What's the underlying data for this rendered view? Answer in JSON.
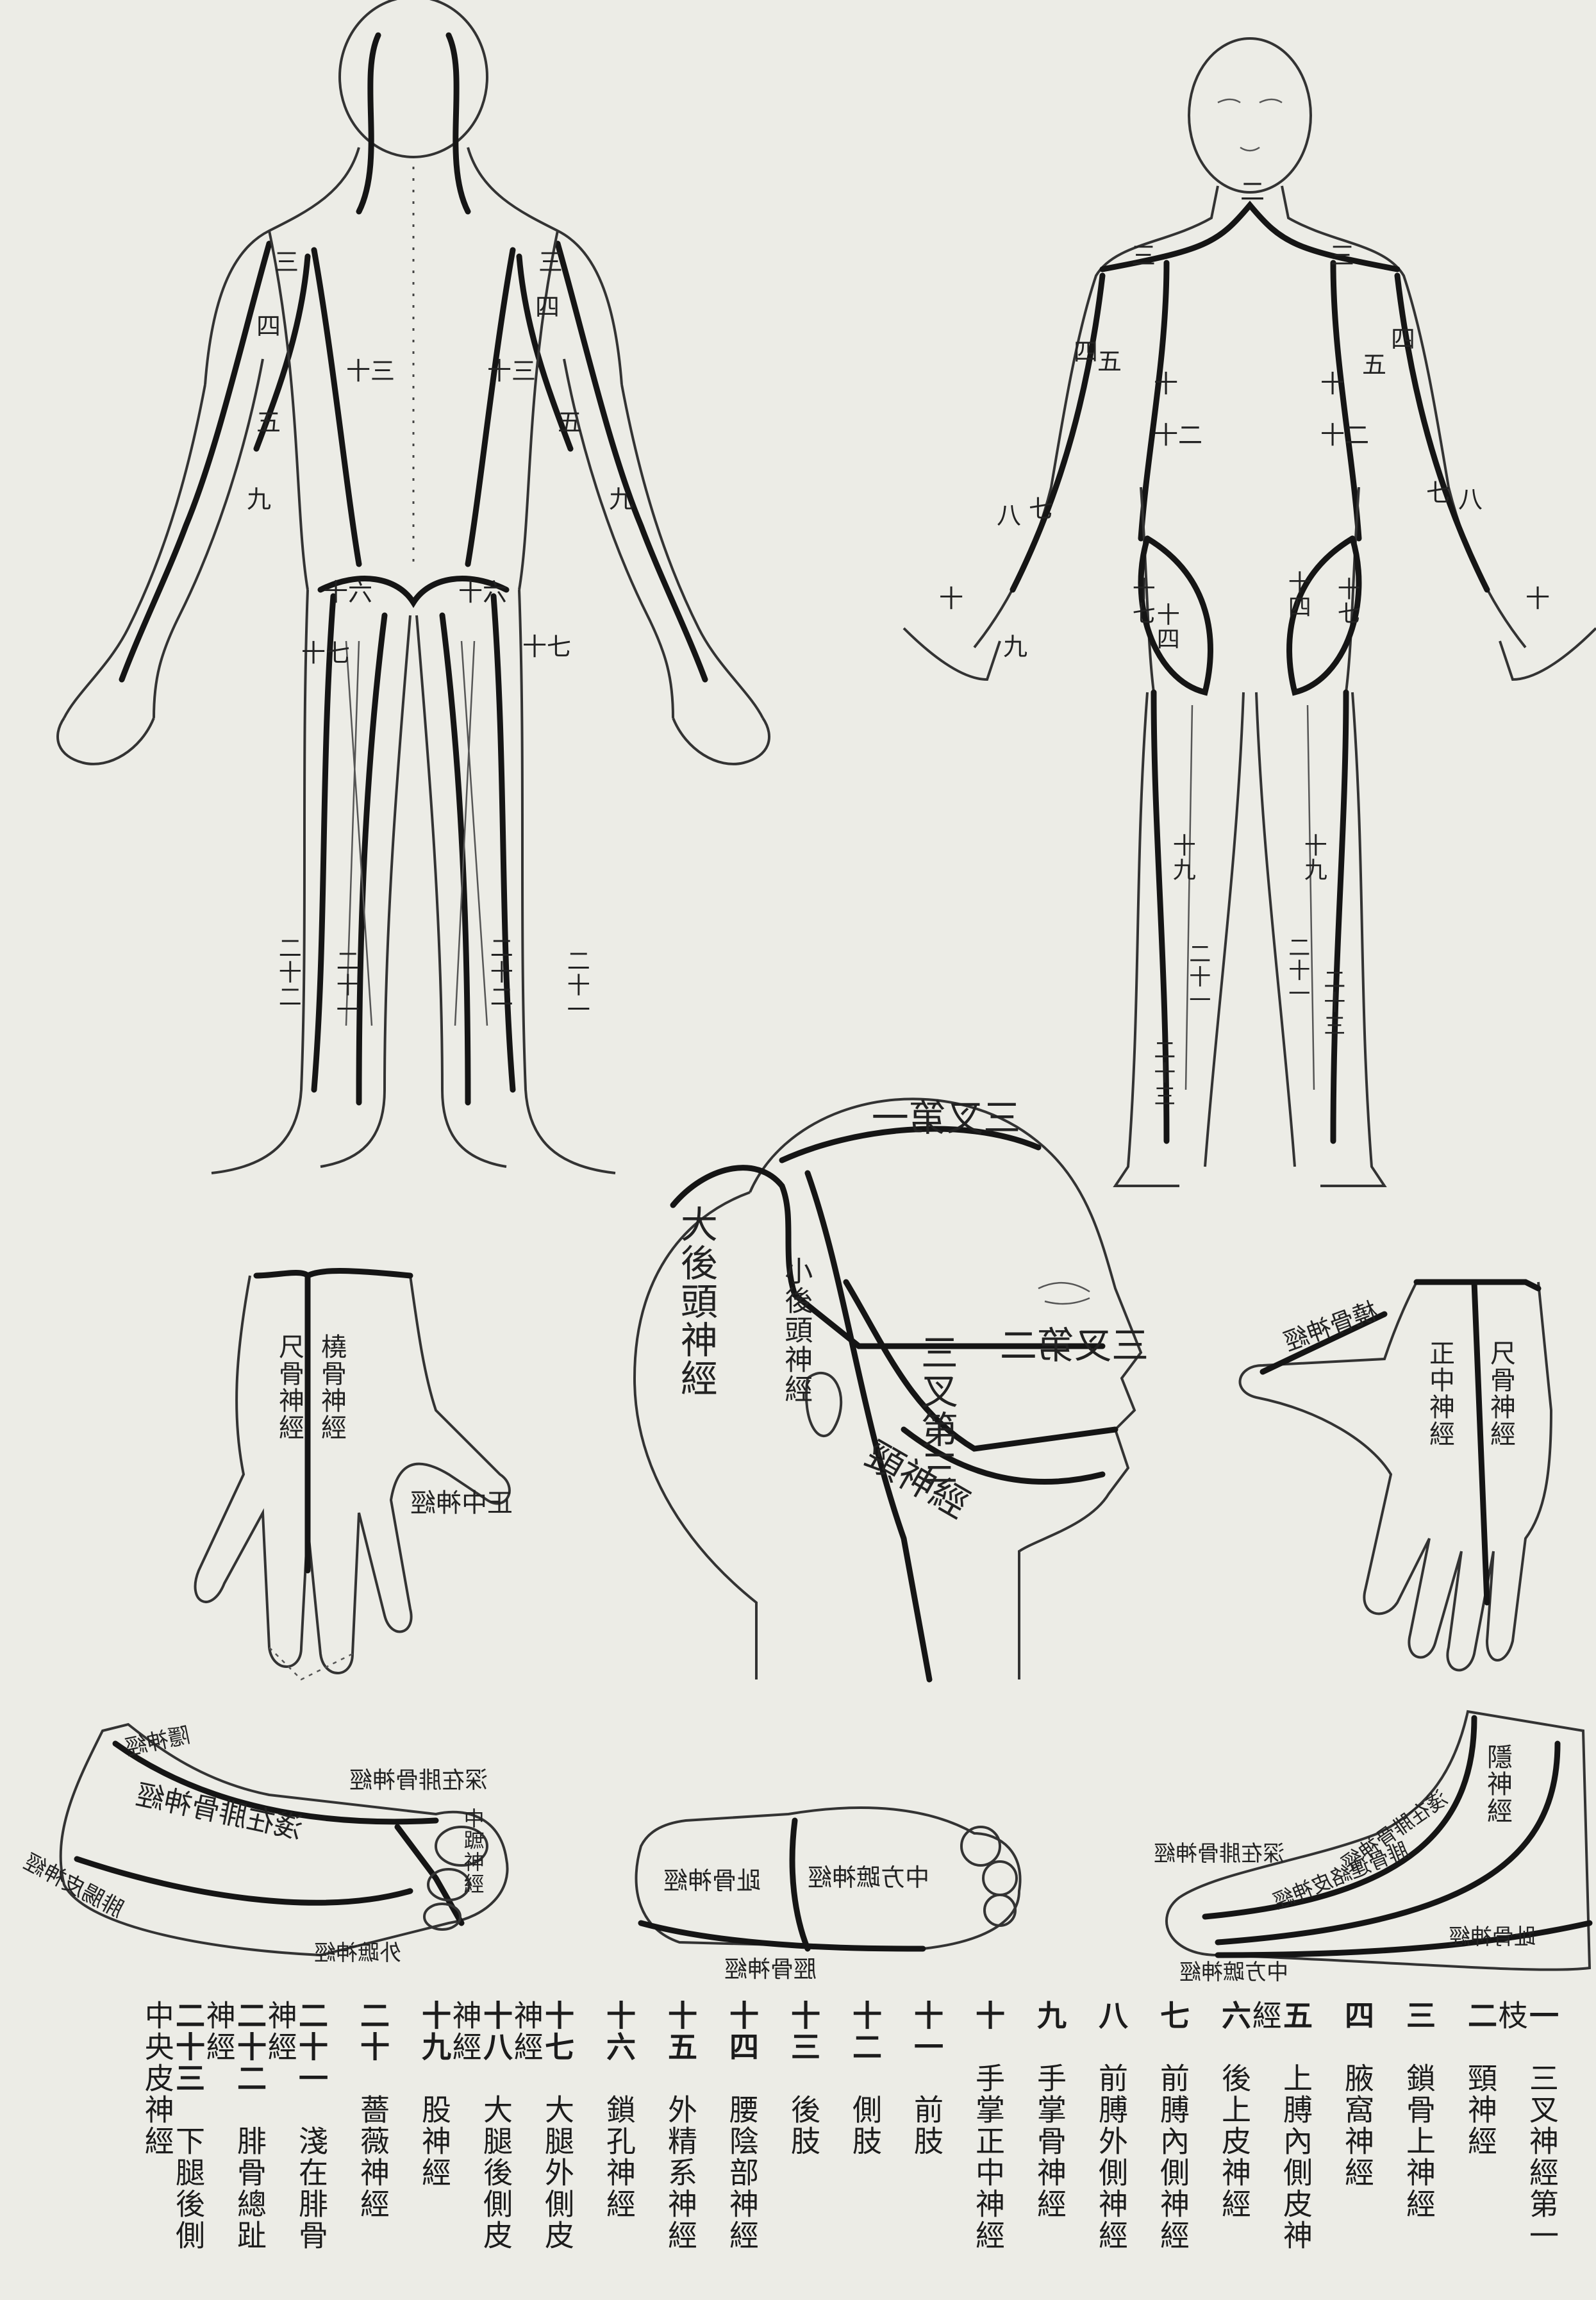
{
  "figures": {
    "back_view_markers": [
      "三",
      "三",
      "四",
      "四",
      "五",
      "五",
      "九",
      "九",
      "十三",
      "十三",
      "十六",
      "十六",
      "十七",
      "十七",
      "二十二",
      "二十一",
      "二十二",
      "二十一"
    ],
    "front_view_markers": [
      "二",
      "三",
      "三",
      "四",
      "四",
      "五",
      "五",
      "七",
      "七",
      "八",
      "八",
      "十",
      "十",
      "十",
      "十",
      "九",
      "十二",
      "十二",
      "十四",
      "十四",
      "十七",
      "十七",
      "十九",
      "十九",
      "二十一",
      "二十三",
      "二十一",
      "二十三"
    ],
    "head": {
      "trigeminal_1": "三叉第一",
      "trigeminal_2": "三叉第二",
      "trigeminal_3": "三叉第三",
      "greater_occipital": "大後頭神經",
      "lesser_occipital": "小後頭神經",
      "cervical": "頸神經"
    },
    "hand_back": {
      "radial": "橈骨神經",
      "ulnar": "尺骨神經",
      "median": "正中神經"
    },
    "hand_palm": {
      "radial": "橈骨神經",
      "median": "正中神經",
      "ulnar": "尺骨神經"
    },
    "foot_top": {
      "saphenous": "隱神經",
      "deep_peroneal": "深在腓骨神經",
      "superficial_peroneal": "淺在腓骨神經",
      "sural": "腓腸皮神經",
      "lateral_plantar": "外蹠神經",
      "medial_plantar": "中蹠神經"
    },
    "foot_sole": {
      "lateral_plantar": "趾骨神經",
      "medial_plantar": "中方蹠神經",
      "tibial": "脛骨神經"
    },
    "foot_side": {
      "saphenous": "隱神經",
      "deep_peroneal": "深在腓骨神經",
      "superficial_peroneal": "淺在腓骨神經",
      "peroneal_communicating": "腓骨連絡皮神經",
      "medial_plantar": "中方蹠神經",
      "lateral": "趾骨神經"
    }
  },
  "legend": [
    {
      "num": "一",
      "text": "三叉神經第一枝"
    },
    {
      "num": "二",
      "text": "頸神經"
    },
    {
      "num": "三",
      "text": "鎖骨上神經"
    },
    {
      "num": "四",
      "text": "腋窩神經"
    },
    {
      "num": "五",
      "text": "上膊內側皮神經"
    },
    {
      "num": "六",
      "text": "後上皮神經"
    },
    {
      "num": "七",
      "text": "前膊內側神經"
    },
    {
      "num": "八",
      "text": "前膊外側神經"
    },
    {
      "num": "九",
      "text": "手掌骨神經"
    },
    {
      "num": "十",
      "text": "手掌正中神經"
    },
    {
      "num": "十一",
      "text": "前肢"
    },
    {
      "num": "十二",
      "text": "側肢"
    },
    {
      "num": "十三",
      "text": "後肢"
    },
    {
      "num": "十四",
      "text": "腰陰部神經"
    },
    {
      "num": "十五",
      "text": "外精系神經"
    },
    {
      "num": "十六",
      "text": "鎖孔神經"
    },
    {
      "num": "十七",
      "text": "大腿外側皮神經"
    },
    {
      "num": "十八",
      "text": "大腿後側皮神經"
    },
    {
      "num": "十九",
      "text": "股神經"
    },
    {
      "num": "二十",
      "text": "薔薇神經"
    },
    {
      "num": "二十一",
      "text": "淺在腓骨神經"
    },
    {
      "num": "二十二",
      "text": "腓骨總趾神經"
    },
    {
      "num": "二十三",
      "text": "下腿後側中央皮神經"
    }
  ]
}
